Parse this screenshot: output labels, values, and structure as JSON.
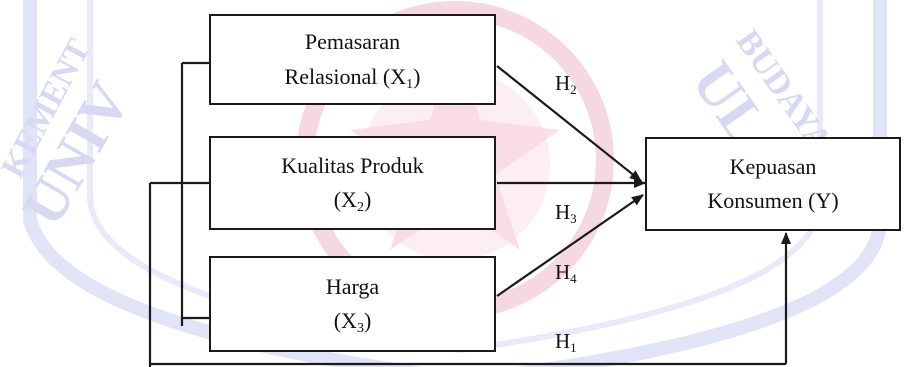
{
  "diagram": {
    "boxes": {
      "x1": {
        "line1": "Pemasaran",
        "line2": "Relasional (X",
        "sub": "1",
        "close": ")"
      },
      "x2": {
        "line1": "Kualitas Produk",
        "line2": "(X",
        "sub": "2",
        "close": ")"
      },
      "x3": {
        "line1": "Harga",
        "line2": "(X",
        "sub": "3",
        "close": ")"
      },
      "y": {
        "line1": "Kepuasan",
        "line2": "Konsumen (Y)"
      }
    },
    "hypotheses": {
      "h1": {
        "letter": "H",
        "sub": "1"
      },
      "h2": {
        "letter": "H",
        "sub": "2"
      },
      "h3": {
        "letter": "H",
        "sub": "3"
      },
      "h4": {
        "letter": "H",
        "sub": "4"
      }
    },
    "colors": {
      "line": "#1a1a1a",
      "watermark_red": "#e8a0b4",
      "watermark_blue": "#b9bde8"
    }
  }
}
